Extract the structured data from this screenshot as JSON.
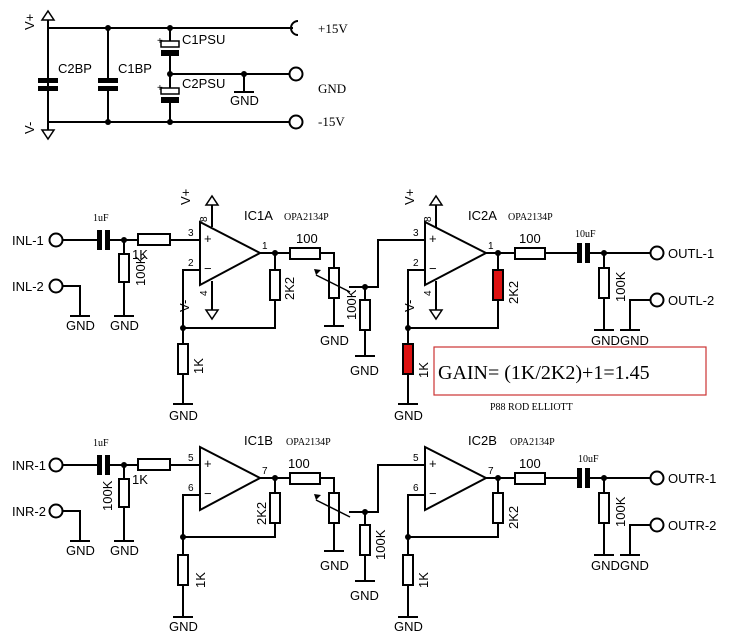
{
  "psu": {
    "vplus": "V+",
    "vminus": "V-",
    "c2bp": "C2BP",
    "c1bp": "C1BP",
    "c1psu": "C1PSU",
    "c2psu": "C2PSU",
    "gnd": "GND",
    "rail_pos": "+15V",
    "rail_gnd": "GND",
    "rail_neg": "-15V"
  },
  "left": {
    "in1": "INL-1",
    "in2": "INL-2",
    "out1": "OUTL-1",
    "out2": "OUTL-2",
    "ic_a": "IC1A",
    "ic_b": "IC2A",
    "part": "OPA2134P"
  },
  "right": {
    "in1": "INR-1",
    "in2": "INR-2",
    "out1": "OUTR-1",
    "out2": "OUTR-2",
    "ic_a": "IC1B",
    "ic_b": "IC2B",
    "part": "OPA2134P"
  },
  "parts": {
    "cin": "1uF",
    "cout": "10uF",
    "r1k": "1K",
    "r100k": "100K",
    "r2k2": "2K2",
    "r100": "100",
    "gnd": "GND",
    "vplus": "V+",
    "vminus": "V-"
  },
  "pins_a": {
    "p3": "3",
    "p2": "2",
    "p1": "1",
    "p8": "8",
    "p4": "4"
  },
  "pins_b": {
    "p5": "5",
    "p6": "6",
    "p7": "7"
  },
  "gain_box": {
    "text": "GAIN= (1K/2K2)+1=1.45",
    "border": "#cc3333"
  },
  "credit": "P88 ROD ELLIOTT",
  "highlight": "#dd1111"
}
